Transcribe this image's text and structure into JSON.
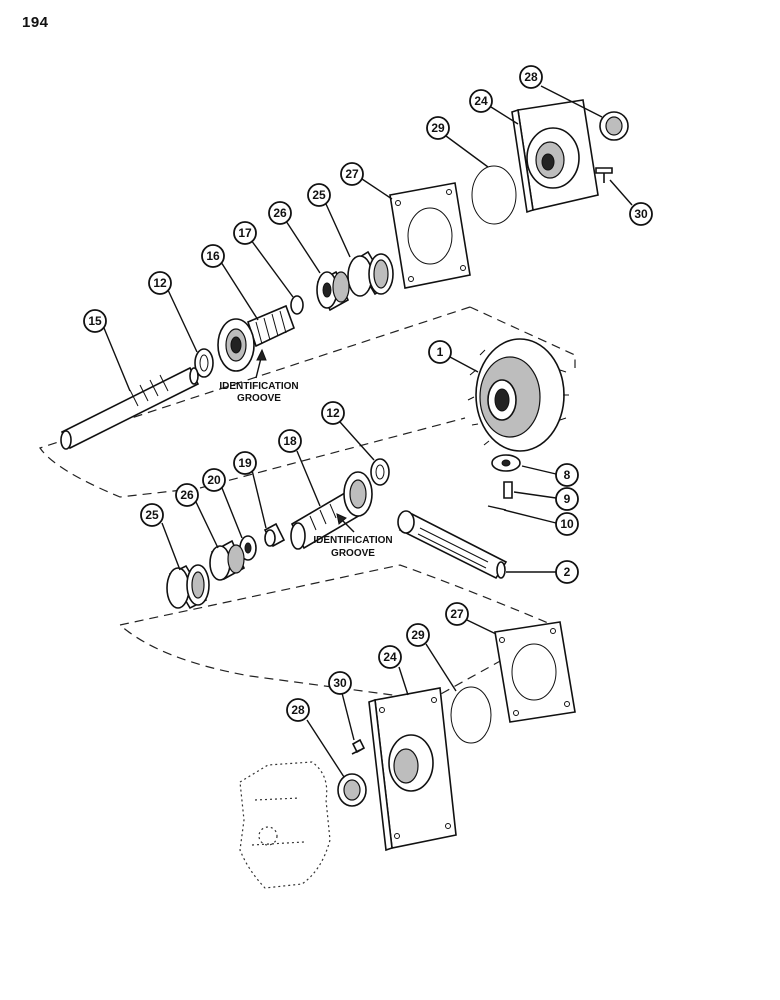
{
  "page_number": "194",
  "callouts": [
    {
      "id": "c28a",
      "label": "28"
    },
    {
      "id": "c24a",
      "label": "24"
    },
    {
      "id": "c29a",
      "label": "29"
    },
    {
      "id": "c30a",
      "label": "30"
    },
    {
      "id": "c27a",
      "label": "27"
    },
    {
      "id": "c25a",
      "label": "25"
    },
    {
      "id": "c26a",
      "label": "26"
    },
    {
      "id": "c17",
      "label": "17"
    },
    {
      "id": "c16",
      "label": "16"
    },
    {
      "id": "c12a",
      "label": "12"
    },
    {
      "id": "c15",
      "label": "15"
    },
    {
      "id": "c1",
      "label": "1"
    },
    {
      "id": "c12b",
      "label": "12"
    },
    {
      "id": "c18",
      "label": "18"
    },
    {
      "id": "c19",
      "label": "19"
    },
    {
      "id": "c20",
      "label": "20"
    },
    {
      "id": "c26b",
      "label": "26"
    },
    {
      "id": "c25b",
      "label": "25"
    },
    {
      "id": "c8",
      "label": "8"
    },
    {
      "id": "c9",
      "label": "9"
    },
    {
      "id": "c10",
      "label": "10"
    },
    {
      "id": "c2",
      "label": "2"
    },
    {
      "id": "c30b",
      "label": "30"
    },
    {
      "id": "c28b",
      "label": "28"
    },
    {
      "id": "c24b",
      "label": "24"
    },
    {
      "id": "c29b",
      "label": "29"
    },
    {
      "id": "c27b",
      "label": "27"
    }
  ],
  "captions": {
    "upper_line1": "IDENTIFICATION",
    "upper_line2": "GROOVE",
    "lower_line1": "IDENTIFICATION",
    "lower_line2": "GROOVE"
  }
}
